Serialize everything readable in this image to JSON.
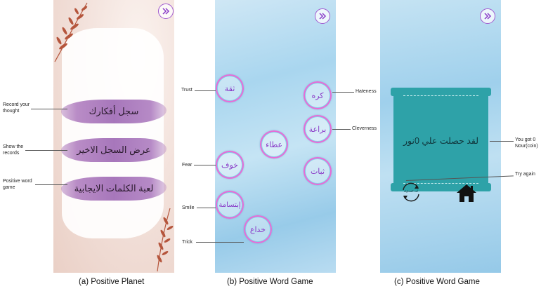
{
  "panel_a": {
    "menu": [
      {
        "label": "سجل أفكارك",
        "annotation": "Record your\nthought"
      },
      {
        "label": "عرض السجل الاخير",
        "annotation": "Show the\nrecords"
      },
      {
        "label": "لعبة الكلمات الايجابية",
        "annotation": "Positive word\ngame"
      }
    ],
    "caption": "(a) Positive Planet"
  },
  "panel_b": {
    "words": [
      {
        "text": "ثقة",
        "annotation": "Trust"
      },
      {
        "text": "كره",
        "annotation": "Hateness"
      },
      {
        "text": "عطاء",
        "annotation": ""
      },
      {
        "text": "براعة",
        "annotation": "Cleverness"
      },
      {
        "text": "خوف",
        "annotation": "Fear"
      },
      {
        "text": "ثبات",
        "annotation": ""
      },
      {
        "text": "إبتسامة",
        "annotation": "Smile"
      },
      {
        "text": "خداع",
        "annotation": "Trick"
      }
    ],
    "caption": "(b) Positive Word  Game"
  },
  "panel_c": {
    "result_text": "لقد حصلت علي 0نور",
    "retry_label": "أعد المحاولة",
    "annotation_result": "You got 0\nNour(coin)",
    "annotation_retry": "Try again",
    "card_color": "#2ea2a8",
    "caption": "(c) Positive Word Game"
  },
  "icons": {
    "next": "chevron-right-double-icon",
    "home": "home-icon",
    "retry": "retry-arrows-icon",
    "branch": "leaf-branch-icon"
  },
  "colors": {
    "accent": "#a15bd0",
    "brush": "#b98cc6",
    "bubble_text": "#8a3cc8",
    "leaf": "#b5553c"
  }
}
